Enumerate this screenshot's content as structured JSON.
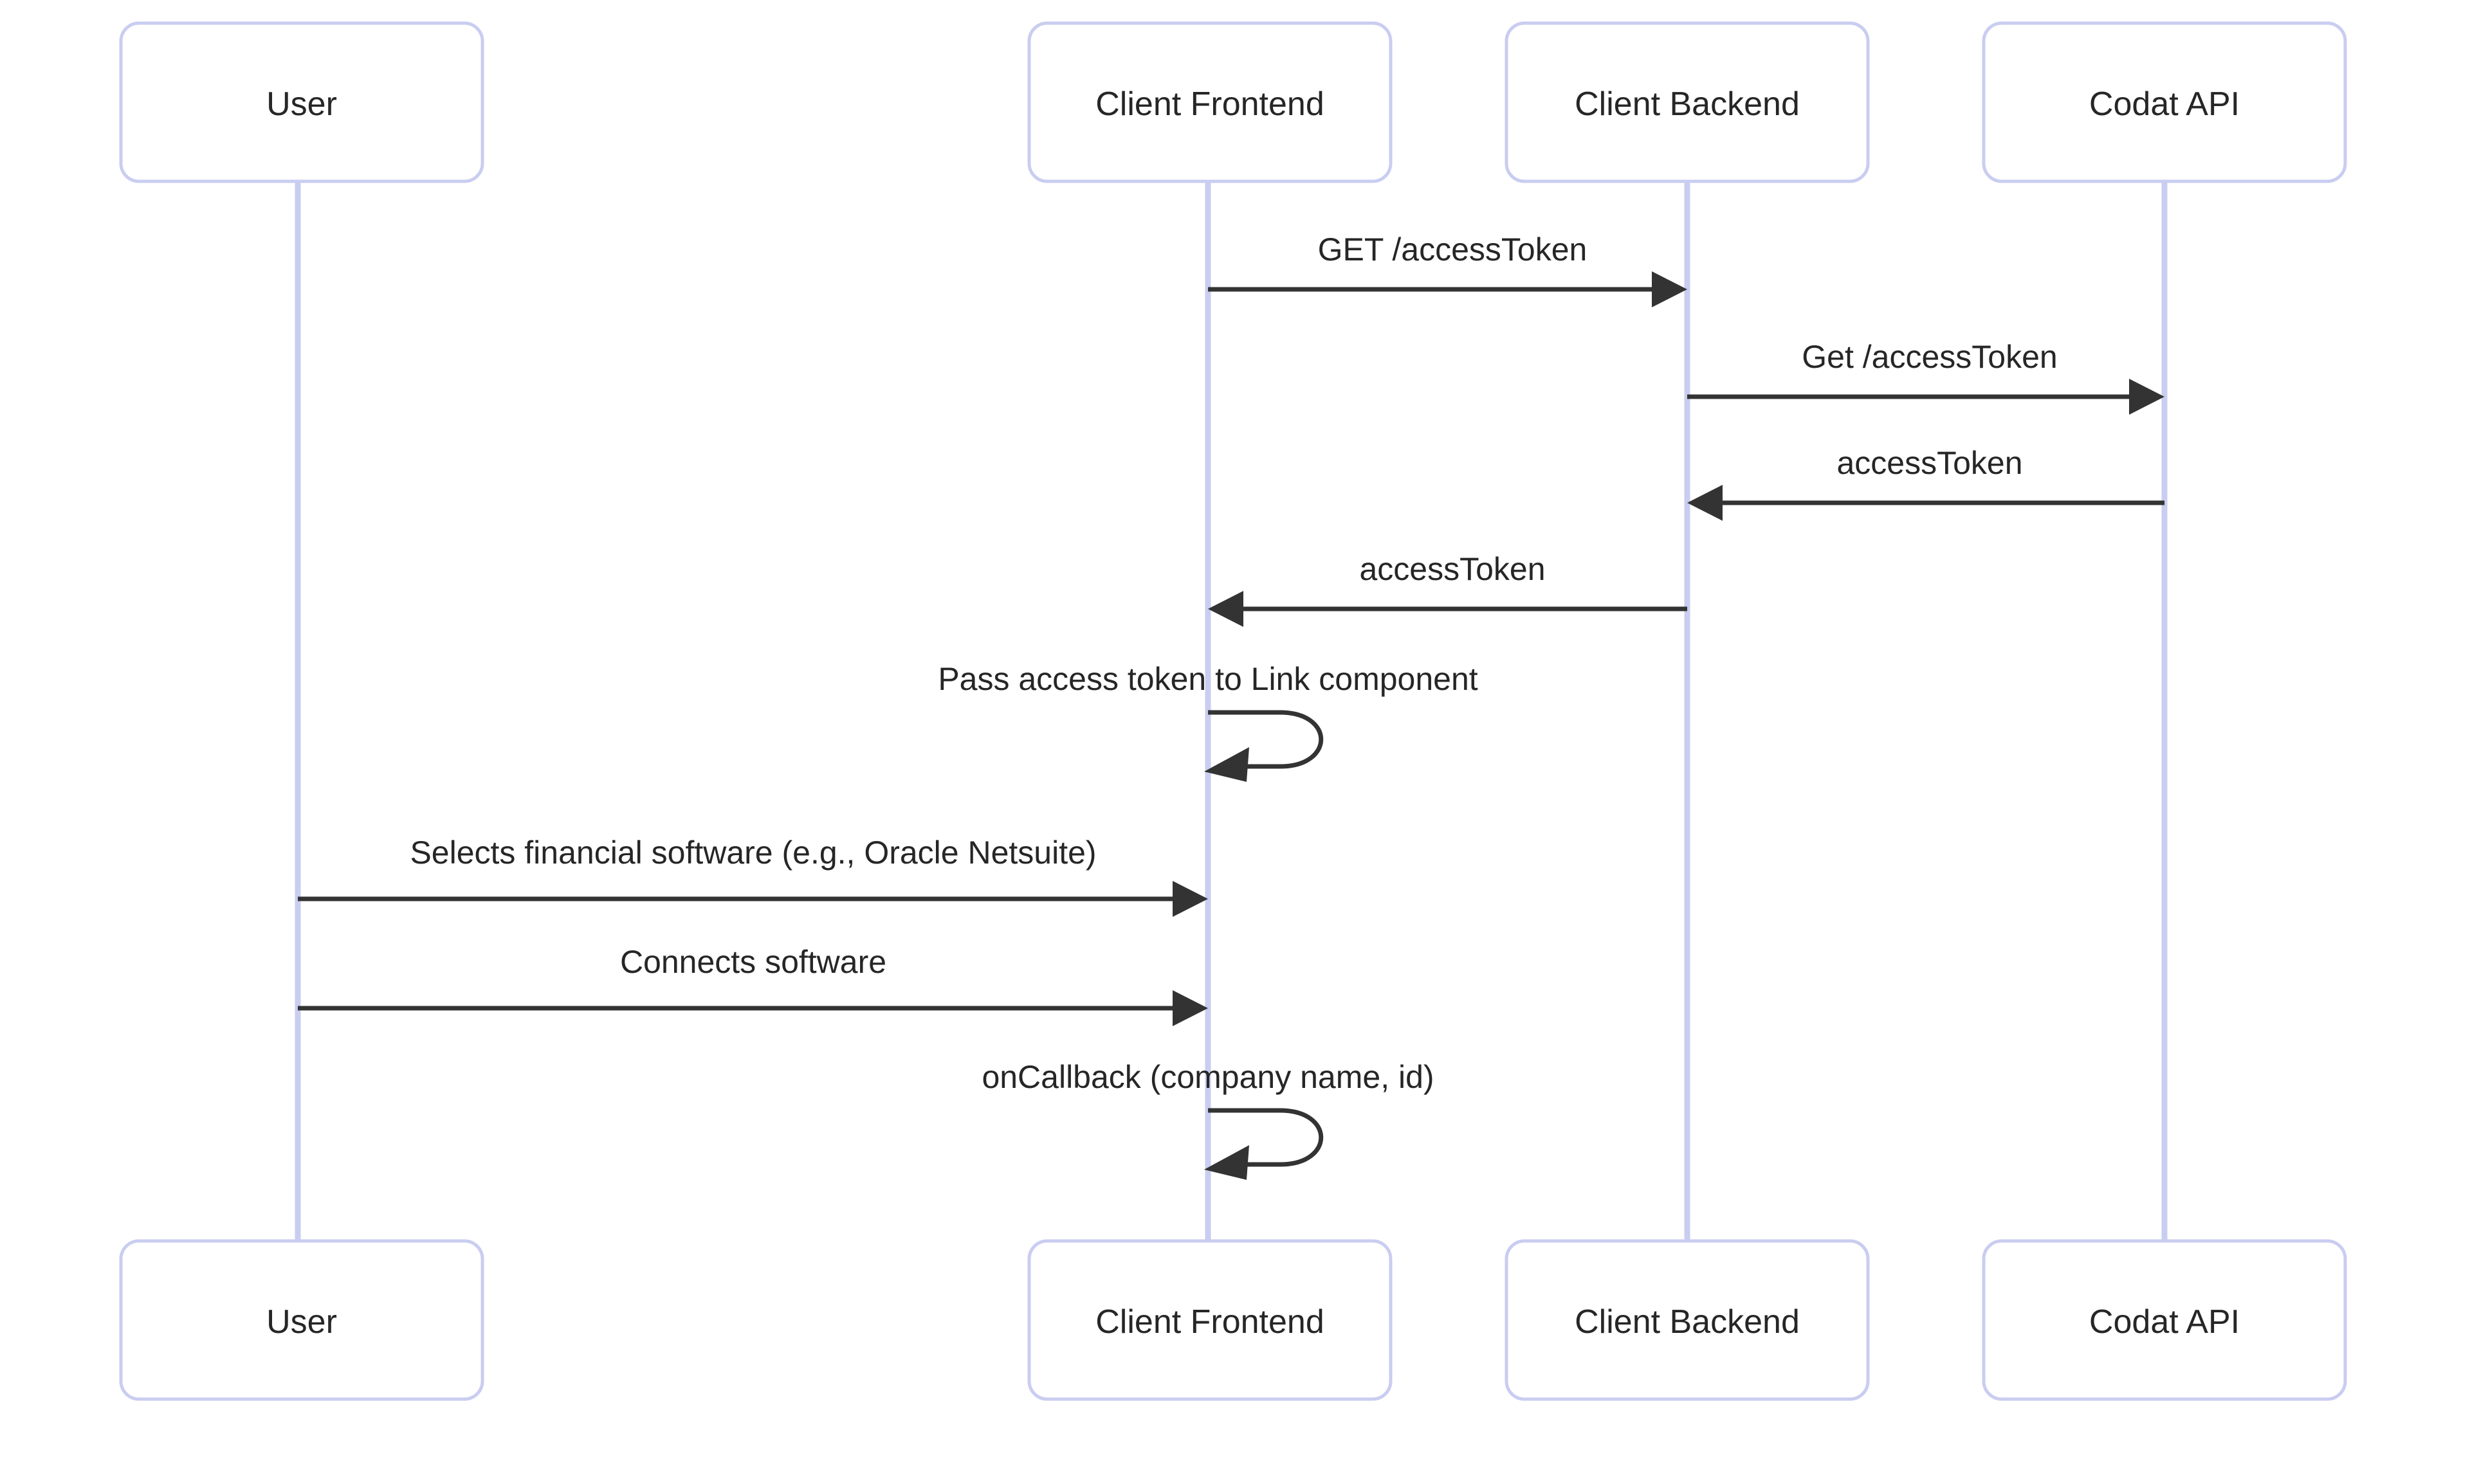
{
  "diagram": {
    "type": "sequence-diagram",
    "title": "",
    "background_color": "#ffffff",
    "actor_border_color": "#c9cdf0",
    "lifeline_color": "#c9cdf0",
    "message_color": "#333333",
    "text_color": "#262626",
    "participants": [
      {
        "id": "user",
        "label": "User"
      },
      {
        "id": "client-frontend",
        "label": "Client Frontend"
      },
      {
        "id": "client-backend",
        "label": "Client Backend"
      },
      {
        "id": "codat-api",
        "label": "Codat API"
      }
    ],
    "messages": [
      {
        "id": "msg-1",
        "label": "GET /accessToken",
        "from": "client-frontend",
        "to": "client-backend",
        "direction": "right",
        "kind": "call"
      },
      {
        "id": "msg-2",
        "label": "Get /accessToken",
        "from": "client-backend",
        "to": "codat-api",
        "direction": "right",
        "kind": "call"
      },
      {
        "id": "msg-3",
        "label": "accessToken",
        "from": "codat-api",
        "to": "client-backend",
        "direction": "left",
        "kind": "return"
      },
      {
        "id": "msg-4",
        "label": "accessToken",
        "from": "client-backend",
        "to": "client-frontend",
        "direction": "left",
        "kind": "return"
      },
      {
        "id": "msg-5",
        "label": "Pass access token to Link component",
        "from": "client-frontend",
        "to": "client-frontend",
        "direction": "self",
        "kind": "self-call"
      },
      {
        "id": "msg-6",
        "label": "Selects financial software (e.g., Oracle Netsuite)",
        "from": "user",
        "to": "client-frontend",
        "direction": "right",
        "kind": "call"
      },
      {
        "id": "msg-7",
        "label": "Connects software",
        "from": "user",
        "to": "client-frontend",
        "direction": "right",
        "kind": "call"
      },
      {
        "id": "msg-8",
        "label": "onCallback (company name, id)",
        "from": "client-frontend",
        "to": "client-frontend",
        "direction": "self",
        "kind": "self-call"
      }
    ],
    "footer_participants": [
      {
        "id": "user-bottom",
        "label": "User"
      },
      {
        "id": "client-frontend-bottom",
        "label": "Client Frontend"
      },
      {
        "id": "client-backend-bottom",
        "label": "Client Backend"
      },
      {
        "id": "codat-api-bottom",
        "label": "Codat API"
      }
    ]
  }
}
